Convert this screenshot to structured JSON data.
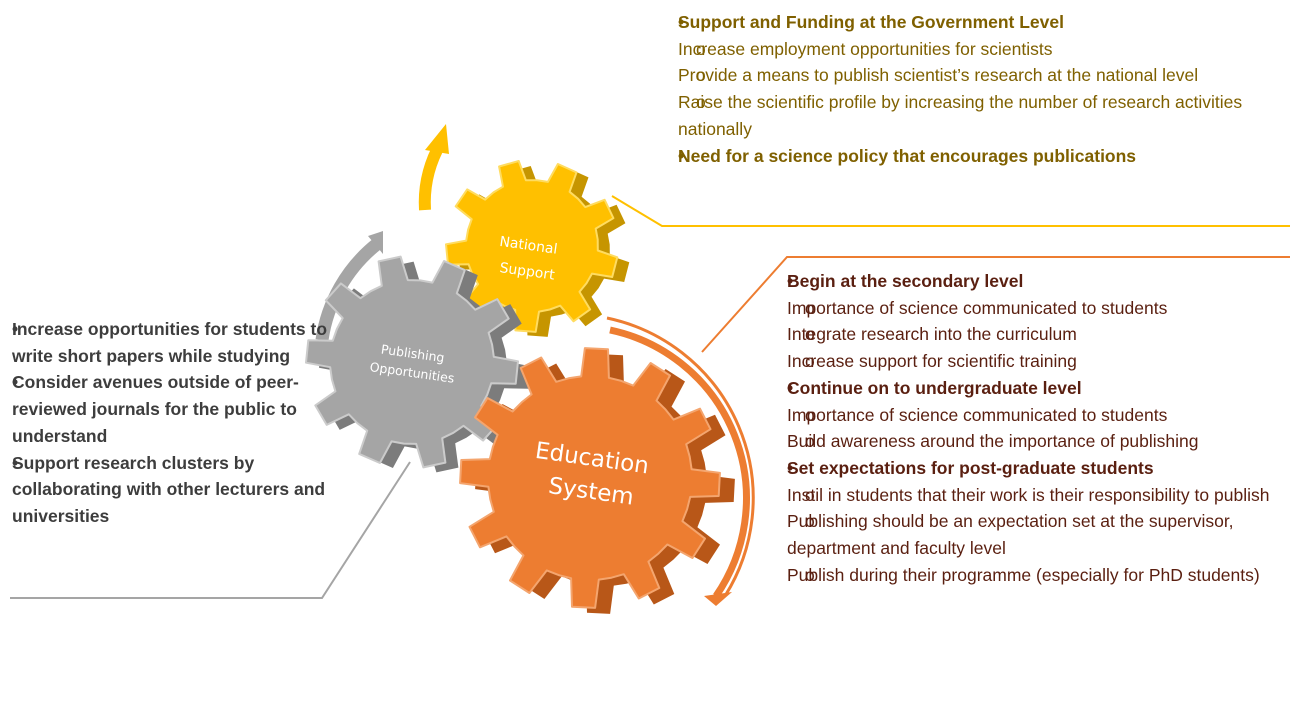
{
  "gears": {
    "national": {
      "line1": "National",
      "line2": "Support",
      "color": "#ffc000",
      "dark": "#c69500",
      "light": "#ffdc60"
    },
    "publishing": {
      "line1": "Publishing",
      "line2": "Opportunities",
      "color": "#a5a5a5",
      "dark": "#7c7c7c",
      "light": "#cbcbcb"
    },
    "education": {
      "line1": "Education",
      "line2": "System",
      "color": "#ed7d31",
      "dark": "#b85718",
      "light": "#f4a56e"
    }
  },
  "government": {
    "items": [
      {
        "label": "Support and Funding at the Government Level",
        "sub": [
          "Increase employment opportunities for scientists",
          "Provide a means to publish scientist’s research at the national level",
          "Raise the scientific profile by increasing the number of research activities nationally"
        ]
      },
      {
        "label": "Need for a science policy that encourages publications",
        "sub": []
      }
    ]
  },
  "education": {
    "items": [
      {
        "label": "Begin at the secondary level",
        "sub": [
          "Importance of science communicated to students",
          "Integrate research into the curriculum",
          "Increase support for scientific training"
        ]
      },
      {
        "label": "Continue on to undergraduate level",
        "sub": [
          "Importance of science communicated to students",
          "Build awareness around the importance of publishing"
        ]
      },
      {
        "label": "Set expectations for post-graduate students",
        "sub": [
          "Instil in students that their work is their responsibility to publish",
          "Publishing should be an expectation set at the supervisor, department and faculty level",
          "Publish during their programme (especially for PhD students)"
        ]
      }
    ]
  },
  "publishing": {
    "items": [
      "Increase opportunities for students to write short papers while studying",
      "Consider avenues outside of peer-reviewed journals for the public to understand",
      "Support research clusters by collaborating with other lecturers and universities"
    ]
  }
}
